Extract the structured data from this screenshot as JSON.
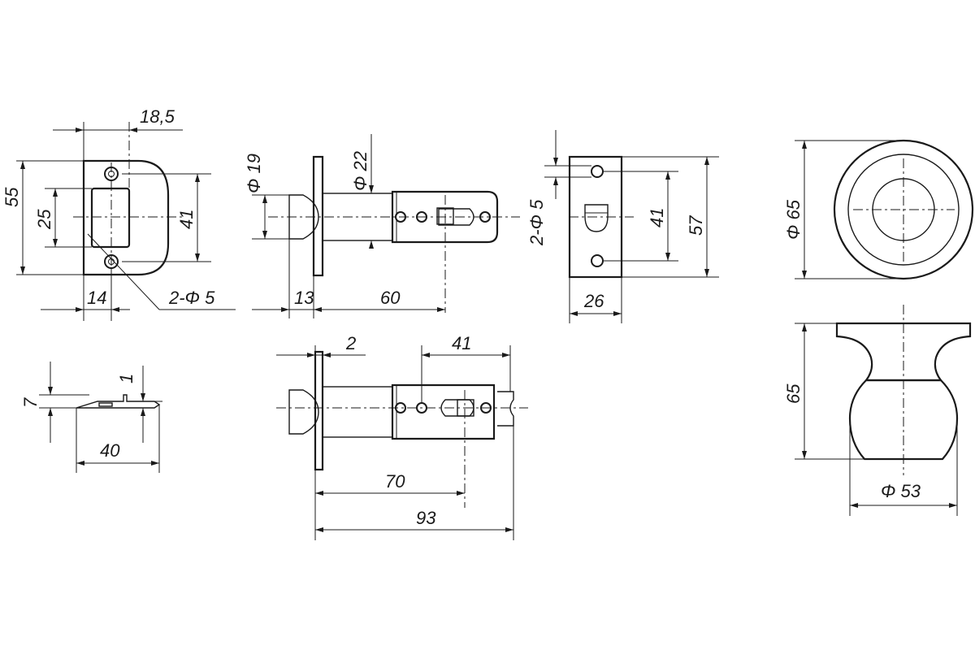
{
  "strike_plate": {
    "dim_width": "18,5",
    "dim_height": "55",
    "dim_opening": "25",
    "dim_hole_spacing": "41",
    "dim_offset": "14",
    "dim_holes": "2-Φ 5"
  },
  "strike_side": {
    "dim_thickness": "7",
    "dim_lip": "1",
    "dim_length": "40"
  },
  "latch_top": {
    "dim_bolt_dia": "Φ 19",
    "dim_body_dia": "Φ 22",
    "dim_bolt": "13",
    "dim_backset": "60"
  },
  "latch_bottom": {
    "dim_face": "2",
    "dim_adjust": "41",
    "dim_backset": "70",
    "dim_total": "93"
  },
  "faceplate": {
    "dim_holes": "2-Φ 5",
    "dim_spacing": "41",
    "dim_height": "57",
    "dim_width": "26"
  },
  "knob_top": {
    "dim_dia": "Φ 65"
  },
  "knob_side": {
    "dim_height": "65",
    "dim_dia": "Φ 53"
  }
}
